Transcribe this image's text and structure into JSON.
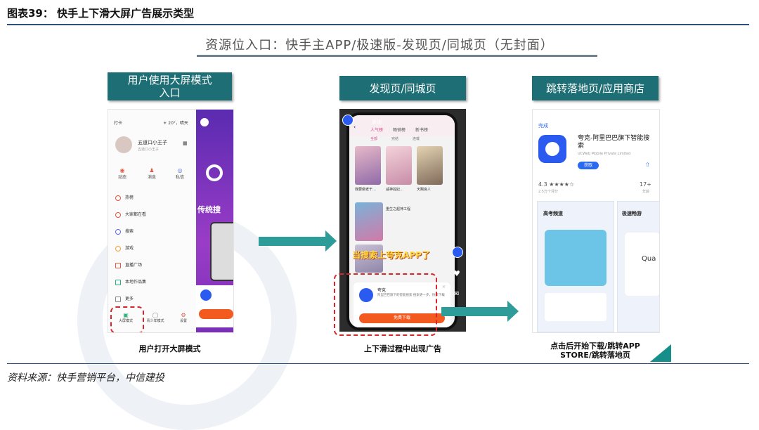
{
  "figure_title": "图表39： 快手上下滑大屏广告展示类型",
  "headline": "资源位入口：快手主APP/极速版-发现页/同城页（无封面）",
  "panels": [
    {
      "tag": "用户使用大屏模式\n入口",
      "caption": "用户打开大屏模式"
    },
    {
      "tag": "发现页/同城页",
      "caption": "上下滑过程中出现广告"
    },
    {
      "tag": "跳转落地页/应用商店",
      "caption": "点击后开始下载/跳转APP\nSTORE/跳转落地页"
    }
  ],
  "screen1": {
    "top_left": "打卡",
    "top_right": "☀ 20°，晴天",
    "username": "五道口小王子",
    "user_sub": "五道口小王子",
    "stats": [
      "动态",
      "消息",
      "私信"
    ],
    "menu": [
      "热榜",
      "大家都在看",
      "搜索",
      "游戏",
      "直播广场",
      "本地作品集",
      "更多"
    ],
    "bottom": [
      "大屏模式",
      "青少年模式",
      "设置"
    ],
    "overlay_text": "传统搜"
  },
  "screen2": {
    "top_tab": "发现",
    "tabs": [
      "人气榜",
      "畅销榜",
      "新书榜"
    ],
    "sub_tabs": [
      "全部",
      "完结",
      "连载"
    ],
    "items": [
      "我要做老干…",
      "戚神控妃…",
      "天赐良人"
    ],
    "book_title": "重生之超神工程",
    "overlay": "当搜索上夸克APP了",
    "popup_title": "夸克",
    "popup_desc": "阿里巴巴旗下的智能搜索 搜索更一步，快来下载",
    "popup_btn": "免费下载"
  },
  "screen3": {
    "done": "完成",
    "app_name": "夸克-阿里巴巴旗下智能搜索",
    "developer": "UCWeb Mobile Private Limited",
    "get_btn": "获取",
    "rating": "4.3 ★★★★☆",
    "rating_sub": "2.5万个评分",
    "age": "17+",
    "age_sub": "年龄",
    "shot1_title": "高考频道",
    "shot2_title": "极速畅游",
    "shot2_logo": "Qua"
  },
  "source": "资料来源：快手营销平台，中信建投"
}
